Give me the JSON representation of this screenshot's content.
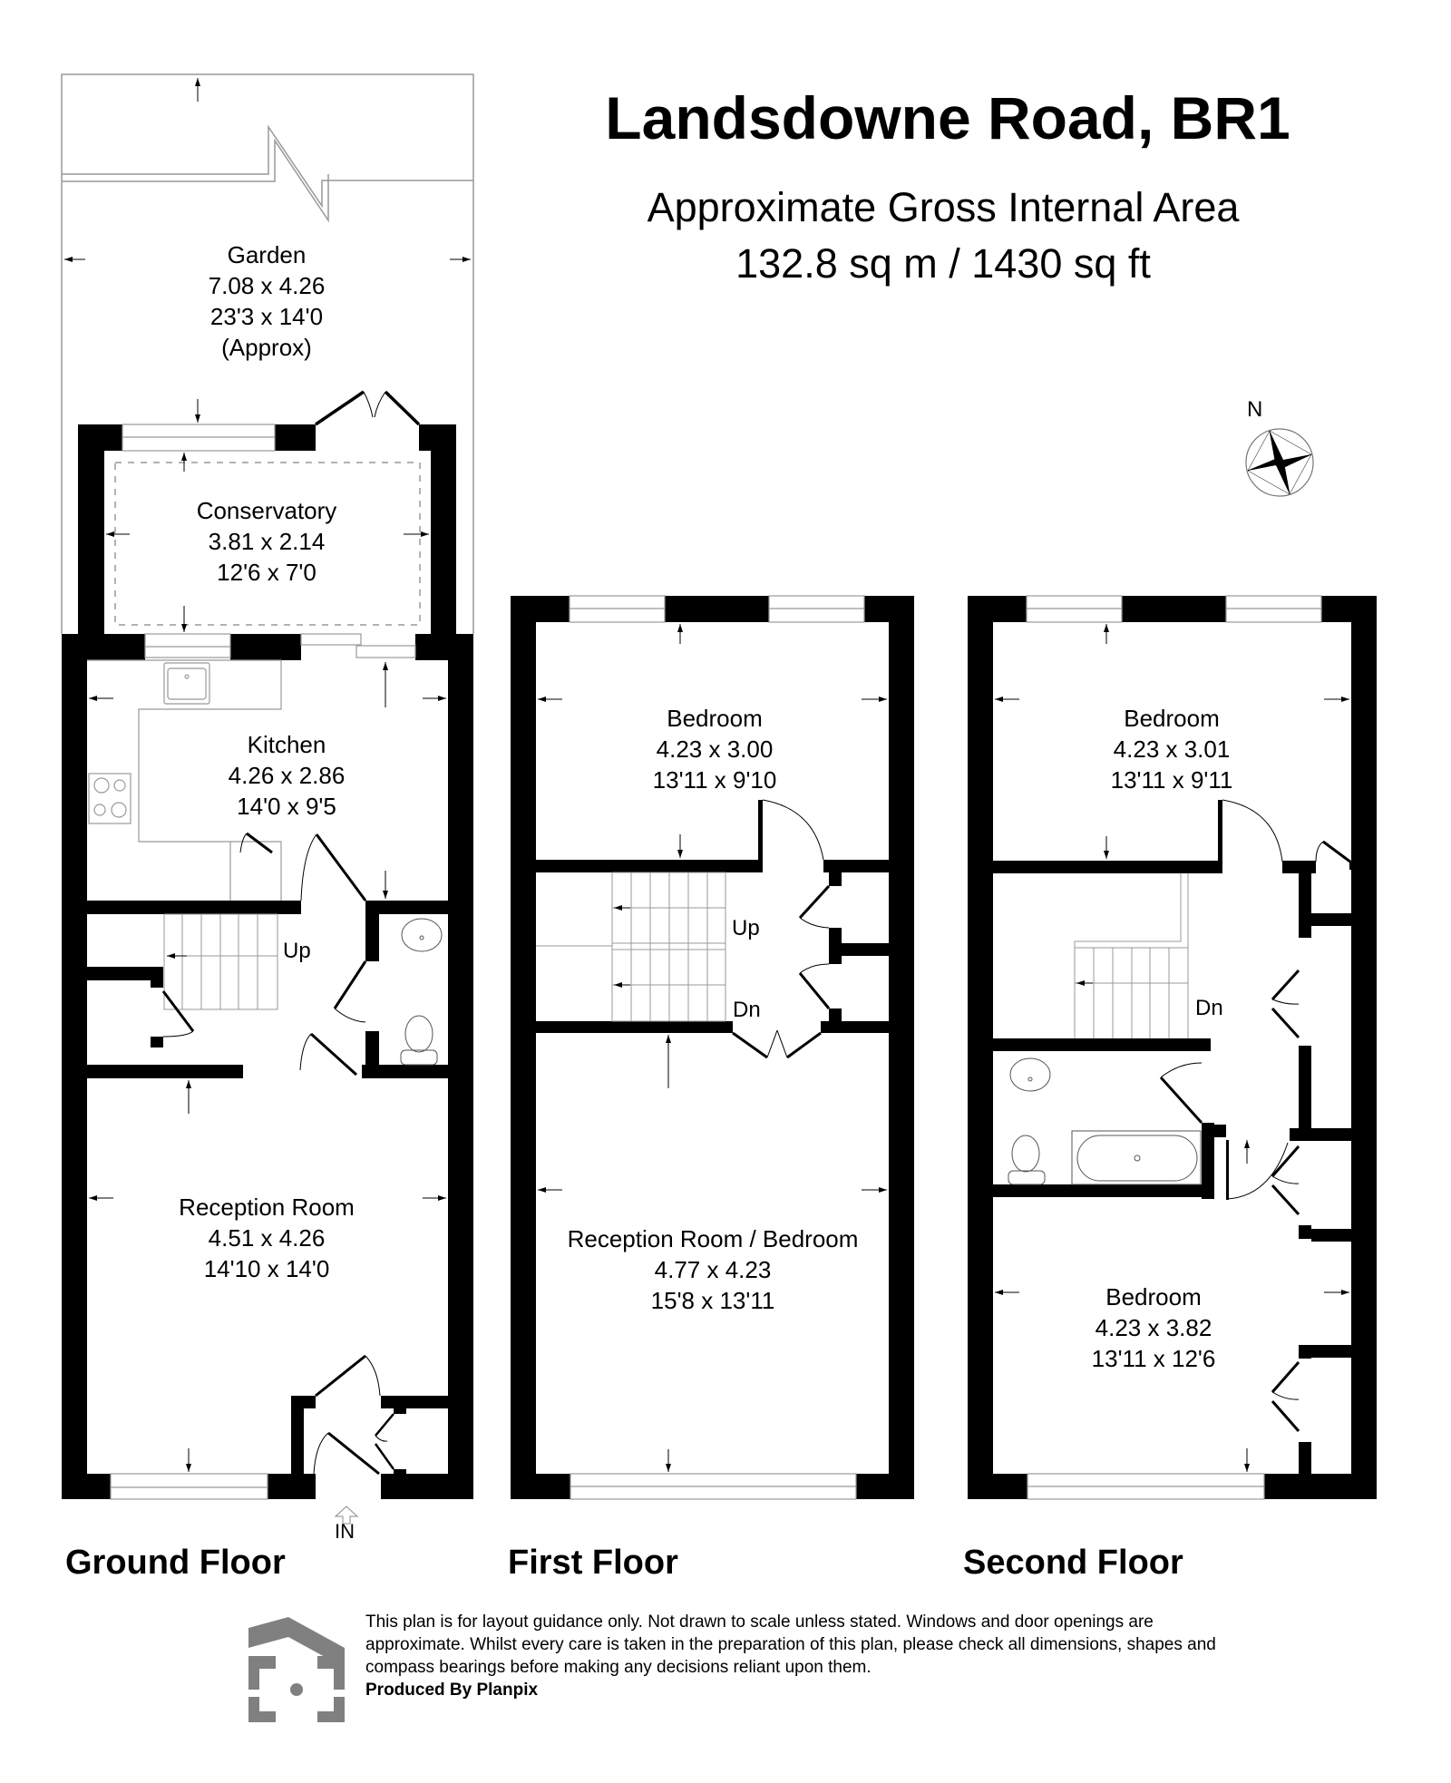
{
  "header": {
    "title": "Landsdowne Road, BR1",
    "area_label": "Approximate Gross Internal Area",
    "area_value": "132.8 sq m / 1430 sq ft"
  },
  "compass": {
    "label": "N",
    "icon": "compass-rose-icon"
  },
  "floors": {
    "ground": {
      "label": "Ground Floor",
      "entrance_label": "IN",
      "stairs_label": "Up",
      "rooms": {
        "garden": {
          "name": "Garden",
          "metric": "7.08 x 4.26",
          "imperial": "23'3 x 14'0",
          "note": "(Approx)"
        },
        "conservatory": {
          "name": "Conservatory",
          "metric": "3.81 x 2.14",
          "imperial": "12'6 x 7'0"
        },
        "kitchen": {
          "name": "Kitchen",
          "metric": "4.26 x 2.86",
          "imperial": "14'0 x 9'5"
        },
        "reception": {
          "name": "Reception Room",
          "metric": "4.51 x 4.26",
          "imperial": "14'10 x 14'0"
        }
      }
    },
    "first": {
      "label": "First Floor",
      "stairs_up_label": "Up",
      "stairs_down_label": "Dn",
      "rooms": {
        "bedroom": {
          "name": "Bedroom",
          "metric": "4.23 x 3.00",
          "imperial": "13'11 x 9'10"
        },
        "reception_bedroom": {
          "name": "Reception Room / Bedroom",
          "metric": "4.77 x 4.23",
          "imperial": "15'8 x 13'11"
        }
      }
    },
    "second": {
      "label": "Second Floor",
      "stairs_down_label": "Dn",
      "rooms": {
        "bedroom_rear": {
          "name": "Bedroom",
          "metric": "4.23 x 3.01",
          "imperial": "13'11 x 9'11"
        },
        "bedroom_front": {
          "name": "Bedroom",
          "metric": "4.23 x 3.82",
          "imperial": "13'11 x 12'6"
        }
      }
    }
  },
  "footer": {
    "disclaimer": "This plan is for layout guidance only. Not drawn to scale unless stated. Windows and door openings are approximate. Whilst every care is taken in the preparation of this plan, please check all dimensions, shapes and compass bearings before making any decisions reliant upon them.",
    "producer": "Produced By Planpix",
    "logo": "planpix-logo-icon",
    "logo_color": "#808080"
  }
}
